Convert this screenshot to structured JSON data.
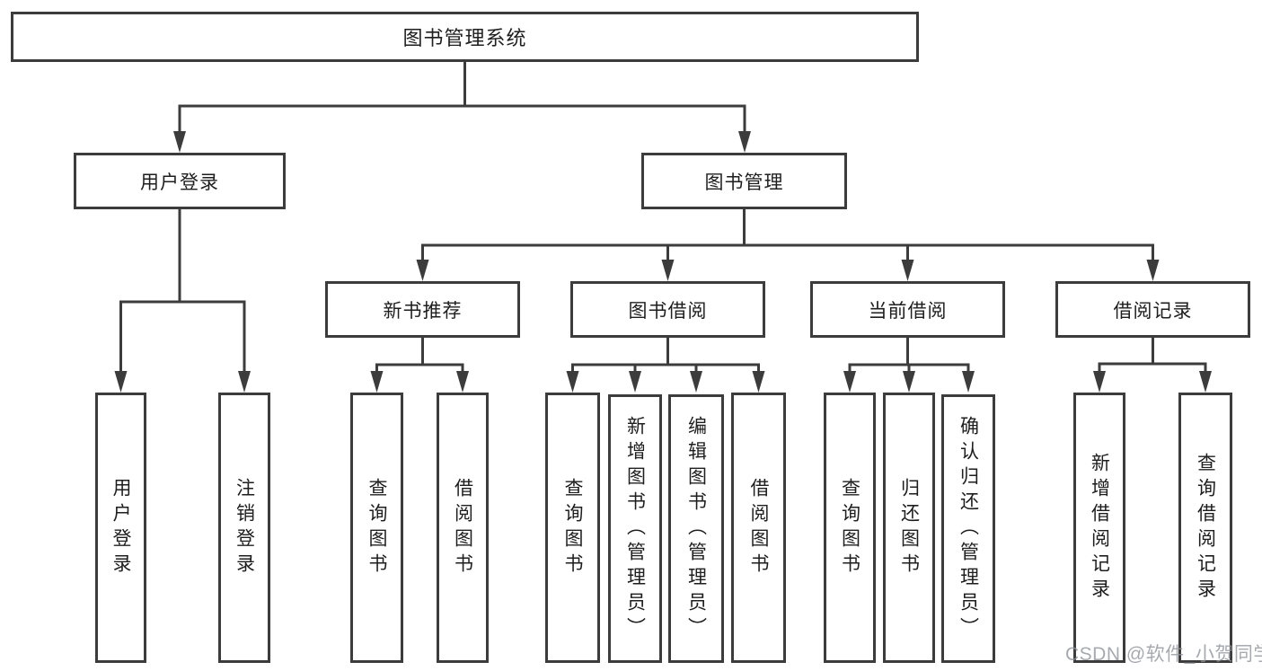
{
  "tree": {
    "root": {
      "label": "图书管理系统"
    },
    "user_login": {
      "label": "用户登录",
      "children": [
        {
          "label": "用户登录"
        },
        {
          "label": "注销登录"
        }
      ]
    },
    "book_mgmt": {
      "label": "图书管理",
      "children": [
        {
          "label": "新书推荐",
          "children": [
            {
              "label": "查询图书"
            },
            {
              "label": "借阅图书"
            }
          ]
        },
        {
          "label": "图书借阅",
          "children": [
            {
              "label": "查询图书"
            },
            {
              "label": "新增图书（管理员）"
            },
            {
              "label": "编辑图书（管理员）"
            },
            {
              "label": "借阅图书"
            }
          ]
        },
        {
          "label": "当前借阅",
          "children": [
            {
              "label": "查询图书"
            },
            {
              "label": "归还图书"
            },
            {
              "label": "确认归还（管理员）"
            }
          ]
        },
        {
          "label": "借阅记录",
          "children": [
            {
              "label": "新增借阅记录"
            },
            {
              "label": "查询借阅记录"
            }
          ]
        }
      ]
    }
  },
  "watermark": {
    "text": "CSDN @软件_小贺同学"
  },
  "colors": {
    "line": "#3c3c3c",
    "box_border": "#3c3c3c",
    "text": "#1e1e1e",
    "watermark": "#8d9298",
    "background": "#ffffff"
  }
}
